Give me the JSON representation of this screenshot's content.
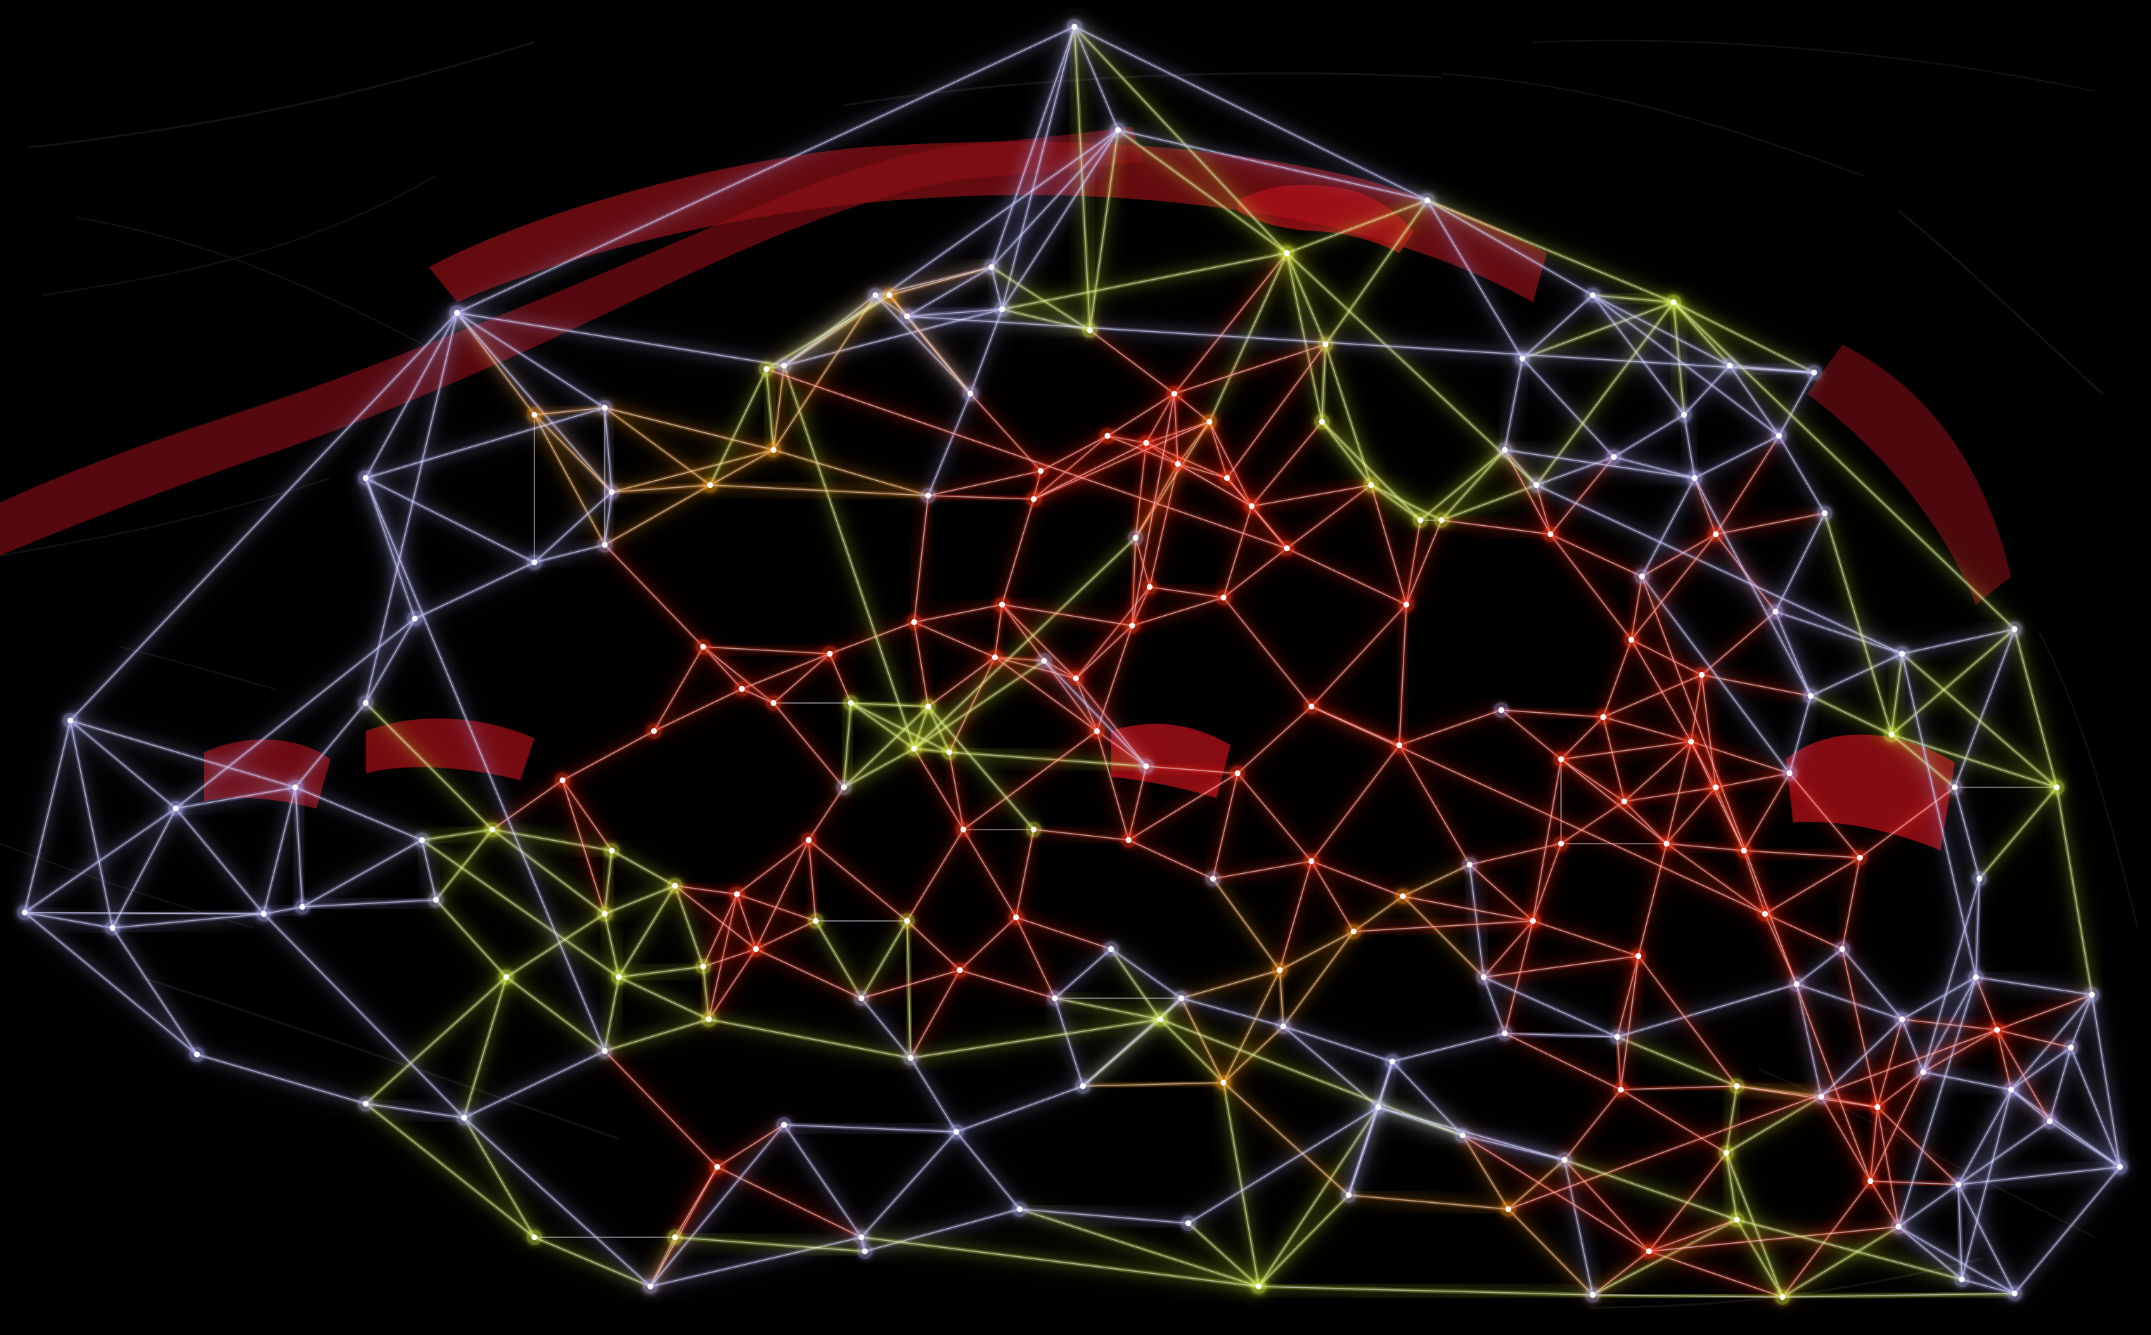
{
  "background_color": "#000000",
  "basemap_color": "#1b1b1b",
  "districts": [
    {
      "name": "river-band",
      "color": "#6a0a10"
    },
    {
      "name": "upper-arc",
      "color": "#8b0f16"
    },
    {
      "name": "highlight-blocks",
      "color": "#b5101a"
    }
  ],
  "layers": [
    {
      "name": "outer-network",
      "color": "#b9b6ff"
    },
    {
      "name": "middle-network",
      "color": "#e4ff4a"
    },
    {
      "name": "core-network",
      "color": "#ff3b1f"
    },
    {
      "name": "transition-network",
      "color": "#ff9a1f"
    }
  ],
  "node_color": "#ffffff",
  "text": []
}
